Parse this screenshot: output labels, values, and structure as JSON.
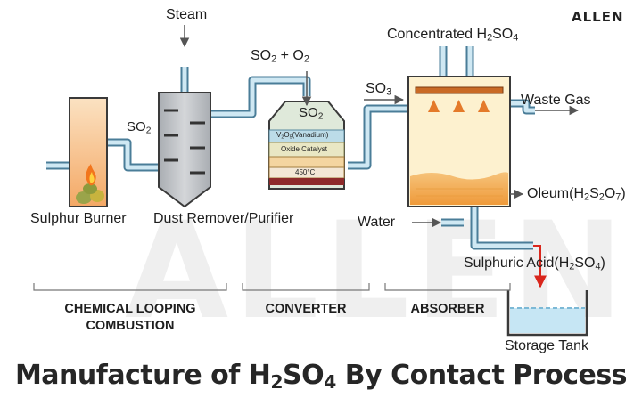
{
  "brand": "ALLEN",
  "watermark": "ALLEN",
  "labels": {
    "steam": "Steam",
    "so2_plus_o2": {
      "a": "SO",
      "sub1": "2",
      "b": " + O",
      "sub2": "2"
    },
    "so2_burner": {
      "a": "SO",
      "sub": "2"
    },
    "so2_converter": {
      "a": "SO",
      "sub": "2"
    },
    "so3": {
      "a": "SO",
      "sub": "3"
    },
    "conc_h2so4": {
      "a": "Concentrated H",
      "s1": "2",
      "b": "SO",
      "s2": "4"
    },
    "waste_gas": "Waste Gas",
    "oleum": {
      "a": "Oleum(H",
      "s1": "2",
      "b": "S",
      "s2": "2",
      "c": "O",
      "s3": "7",
      "d": ")"
    },
    "water": "Water",
    "sulphuric_acid": {
      "a": "Sulphuric  Acid(H",
      "s1": "2",
      "b": "SO",
      "s2": "4",
      "c": ")"
    },
    "storage_tank": "Storage Tank",
    "sulphur_burner": "Sulphur Burner",
    "dust_remover": "Dust Remover/Purifier",
    "catalyst_top": {
      "a": "V",
      "s1": "2",
      "b": "O",
      "s2": "5",
      "c": "(Vanadium)"
    },
    "oxide_catalyst": "Oxide Catalyst",
    "temperature": "450°C"
  },
  "sections": {
    "combustion": {
      "line1": "CHEMICAL LOOPING",
      "line2": "COMBUSTION"
    },
    "converter": "CONVERTER",
    "absorber": "ABSORBER"
  },
  "title": {
    "a": "Manufacture of H",
    "s1": "2",
    "b": "SO",
    "s2": "4",
    "c": " By Contact Process"
  },
  "colors": {
    "pipe_fill": "#cfe8f3",
    "pipe_stroke": "#4a7d98",
    "burner": "#f7c99a",
    "purifier": "#b9bcc0",
    "converter": "#dfe9da",
    "absorber": "#fdf1cf",
    "acid_layer": "#f3b25a",
    "spray": "#e47a2a",
    "arrow_red": "#d9261c",
    "tank_water": "#c6e6f4"
  }
}
